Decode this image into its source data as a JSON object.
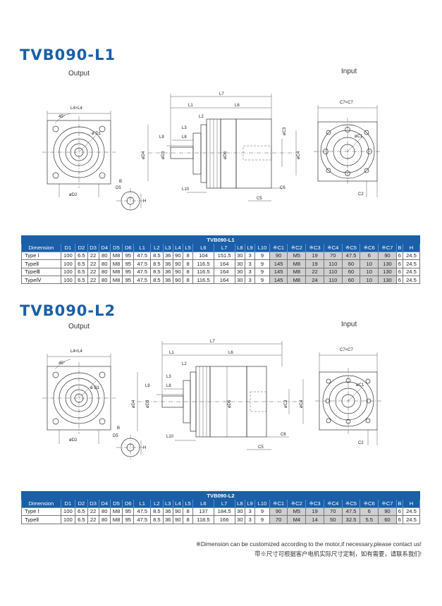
{
  "sections": [
    {
      "title": "TVB090-L1",
      "output_label": "Output",
      "input_label": "Input",
      "table_title": "TVB090-L1",
      "drawing_labels": {
        "l4": "L4×L4",
        "angle": "45°",
        "d1": "ø D1",
        "d2": "øD2",
        "d5": "D5",
        "b": "B",
        "h": "H",
        "l7": "L7",
        "l1": "L1",
        "l6": "L6",
        "l2": "L2",
        "l3": "L3",
        "l8": "L8",
        "l9": "L9",
        "l10": "L10",
        "d4": "øD4",
        "d3": "øD3",
        "d6": "øD6",
        "c3": "øC3",
        "c4": "øC4",
        "c5": "C5",
        "c6": "C6",
        "c7": "C7×C7",
        "c1": "øC1",
        "c2": "C2"
      },
      "rows": [
        [
          "Type Ⅰ",
          "100",
          "6.5",
          "22",
          "80",
          "M8",
          "95",
          "47.5",
          "8.5",
          "36",
          "90",
          "8",
          "104",
          "151.5",
          "30",
          "3",
          "9",
          "90",
          "M5",
          "19",
          "70",
          "47.5",
          "6",
          "90",
          "6",
          "24.5"
        ],
        [
          "TypeⅡ",
          "100",
          "6.5",
          "22",
          "80",
          "M8",
          "95",
          "47.5",
          "8.5",
          "36",
          "90",
          "8",
          "116.5",
          "164",
          "30",
          "3",
          "9",
          "145",
          "M8",
          "19",
          "110",
          "60",
          "10",
          "130",
          "6",
          "24.5"
        ],
        [
          "TypeⅢ",
          "100",
          "6.5",
          "22",
          "80",
          "M8",
          "95",
          "47.5",
          "8.5",
          "36",
          "90",
          "8",
          "116.5",
          "164",
          "30",
          "3",
          "9",
          "145",
          "M8",
          "22",
          "110",
          "60",
          "10",
          "130",
          "6",
          "24.5"
        ],
        [
          "TypeⅣ",
          "100",
          "6.5",
          "22",
          "80",
          "M8",
          "95",
          "47.5",
          "8.5",
          "36",
          "90",
          "8",
          "116.5",
          "164",
          "30",
          "3",
          "9",
          "145",
          "M8",
          "24",
          "110",
          "60",
          "10",
          "130",
          "6",
          "24.5"
        ]
      ]
    },
    {
      "title": "TVB090-L2",
      "output_label": "Output",
      "input_label": "Input",
      "table_title": "TVB090-L2",
      "drawing_labels": {
        "l4": "L4×L4",
        "angle": "45°",
        "d1": "ø D1",
        "d2": "øD2",
        "d5": "D5",
        "b": "B",
        "h": "H",
        "l7": "L7",
        "l1": "L1",
        "l6": "L6",
        "l2": "L2",
        "l3": "L3",
        "l8": "L8",
        "l9": "L9",
        "l10": "L10",
        "d4": "øD4",
        "d3": "øD3",
        "d6": "øD6",
        "c3": "øC3",
        "c4": "øC4",
        "c5": "C5",
        "c6": "C6",
        "c7": "C7×C7",
        "c1": "øC1",
        "c2": "C2"
      },
      "rows": [
        [
          "Type Ⅰ",
          "100",
          "6.5",
          "22",
          "80",
          "M8",
          "95",
          "47.5",
          "8.5",
          "36",
          "90",
          "8",
          "137",
          "184.5",
          "30",
          "3",
          "9",
          "90",
          "M5",
          "19",
          "70",
          "47.5",
          "6",
          "90",
          "6",
          "24.5"
        ],
        [
          "TypeⅡ",
          "100",
          "6.5",
          "22",
          "80",
          "M8",
          "95",
          "47.5",
          "8.5",
          "36",
          "90",
          "8",
          "118.5",
          "166",
          "30",
          "3",
          "9",
          "70",
          "M4",
          "14",
          "50",
          "32.5",
          "5.5",
          "60",
          "6",
          "24.5"
        ]
      ]
    }
  ],
  "columns": [
    "Dimension",
    "D1",
    "D2",
    "D3",
    "D4",
    "D5",
    "D6",
    "L1",
    "L2",
    "L3",
    "L4",
    "L5",
    "L6",
    "L7",
    "L8",
    "L9",
    "L10",
    "※C1",
    "※C2",
    "※C3",
    "※C4",
    "※C5",
    "※C6",
    "※C7",
    "B",
    "H"
  ],
  "notes": {
    "english": "※Dimension can be customized according to the motor,if necessary,please contact us!",
    "chinese": "带※尺寸可根据客户电机实际尺寸定制，如有需要，请联系我们!"
  },
  "colors": {
    "accent": "#1a5fa8",
    "highlight_cells": "#cfcfcf"
  }
}
